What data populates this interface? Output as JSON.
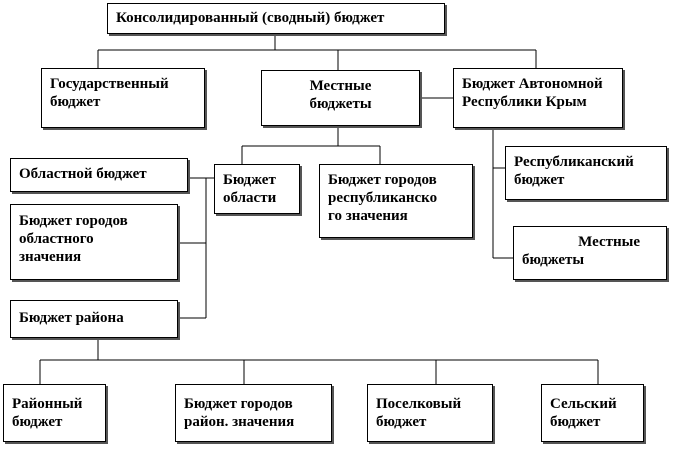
{
  "diagram": {
    "root": "Консолидированный (сводный)  бюджет",
    "state_budget": [
      "Государственный",
      "бюджет"
    ],
    "local_budgets": [
      "Местные",
      "бюджеты"
    ],
    "crimea_budget": [
      "Бюджет Автономной",
      "Республики Крым"
    ],
    "regional_budget": "Областной бюджет",
    "oblast_budget": [
      "Бюджет",
      "области"
    ],
    "republican_cities": [
      "Бюджет городов",
      "республиканско",
      "го значения"
    ],
    "republican_budget": [
      "Республиканский",
      "бюджет"
    ],
    "crimea_local": [
      "Местные",
      "бюджеты"
    ],
    "oblast_cities": [
      "Бюджет городов",
      "областного",
      "значения"
    ],
    "district_budget": "Бюджет района",
    "district_own": [
      "Районный",
      "бюджет"
    ],
    "district_cities": [
      "Бюджет городов",
      "район. значения"
    ],
    "settlement": [
      "Поселковый",
      "бюджет"
    ],
    "rural": [
      "Сельский",
      "бюджет"
    ]
  }
}
